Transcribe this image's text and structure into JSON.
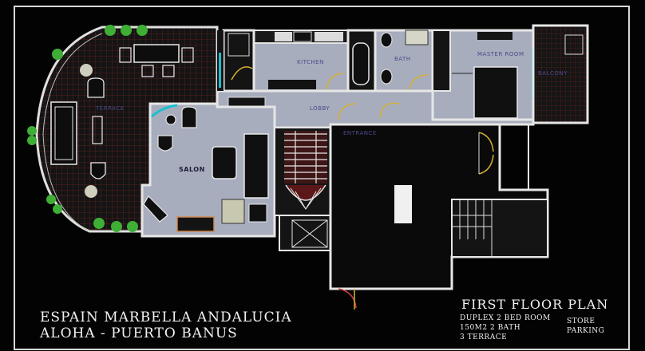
{
  "rooms": {
    "terrace": "TERRACE",
    "kitchen": "KITCHEN",
    "bath": "BATH",
    "master_room": "MASTER ROOM",
    "balcony": "BALCONY",
    "lobby": "LOBBY",
    "entrance": "ENTRANCE",
    "salon": "SALON"
  },
  "location": {
    "line1": "ESPAIN MARBELLA ANDALUCIA",
    "line2": "ALOHA - PUERTO BANUS"
  },
  "plan": {
    "title": "FIRST FLOOR PLAN",
    "spec_col1": [
      "DUPLEX 2 BED ROOM",
      "150M2  2 BATH",
      "          3 TERRACE"
    ],
    "spec_col2": [
      "STORE",
      "PARKING"
    ]
  }
}
